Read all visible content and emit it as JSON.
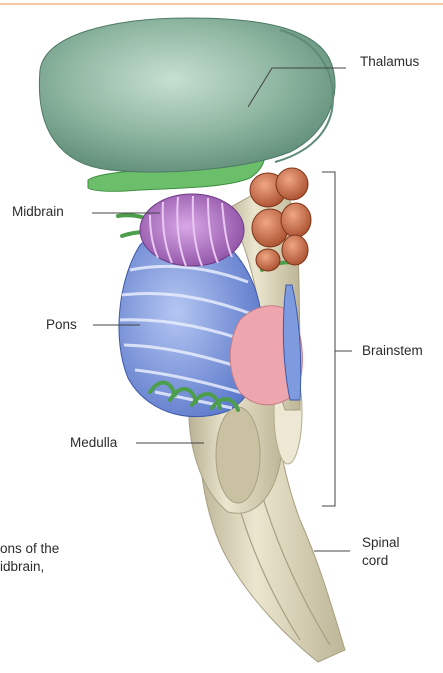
{
  "labels": {
    "thalamus": "Thalamus",
    "midbrain": "Midbrain",
    "pons": "Pons",
    "brainstem": "Brainstem",
    "medulla": "Medulla",
    "spinal_cord_line1": "Spinal",
    "spinal_cord_line2": "cord"
  },
  "caption": {
    "line1": "ons of the",
    "line2": "idbrain,"
  },
  "colors": {
    "thalamus": "#8fb7a2",
    "midbrain": "#b27ac4",
    "pons": "#7f9be0",
    "pink_region": "#eda6ae",
    "green_vessel": "#5bb55a",
    "orange_lobes": "#cf6f47",
    "stem": "#e2dcc2",
    "top_rule": "#f0c8a6"
  }
}
